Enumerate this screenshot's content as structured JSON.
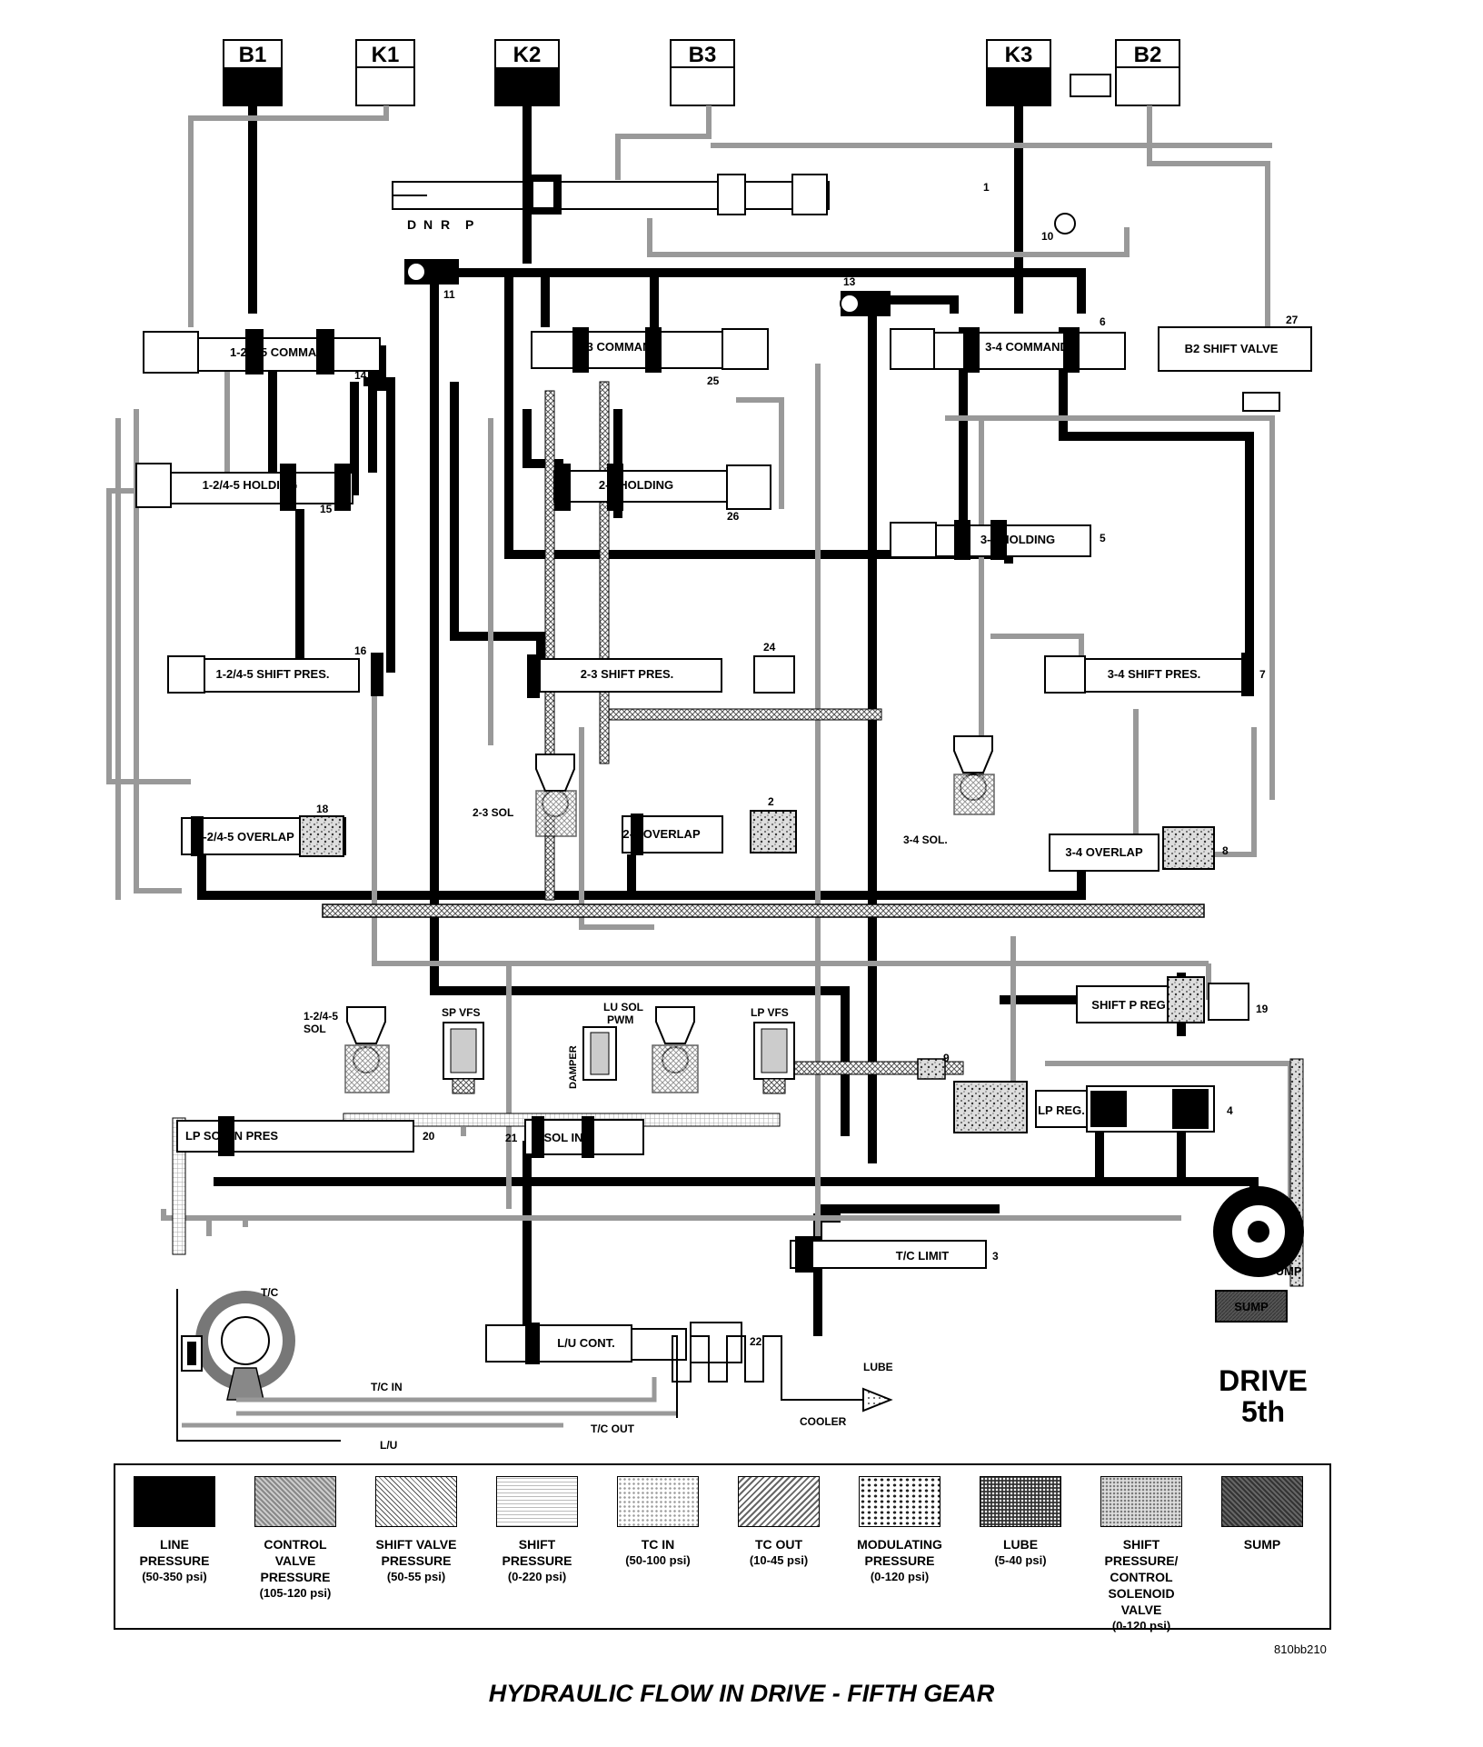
{
  "clutches": {
    "b1": "B1",
    "k1": "K1",
    "k2": "K2",
    "b3": "B3",
    "k3": "K3",
    "b2": "B2"
  },
  "selector": {
    "d": "D",
    "n": "N",
    "r": "R",
    "p": "P"
  },
  "valves": {
    "cmd_1245": "1-2/4-5 COMMAND",
    "cmd_23": "2-3 COMMAND",
    "cmd_34": "3-4 COMMAND",
    "b2_shift": "B2 SHIFT VALVE",
    "hold_1245": "1-2/4-5 HOLDING",
    "hold_23": "2-3 HOLDING",
    "hold_34": "3-4 HOLDING",
    "shift_1245": "1-2/4-5 SHIFT PRES.",
    "shift_23": "2-3 SHIFT PRES.",
    "shift_34": "3-4 SHIFT PRES.",
    "overlap_1245": "1-2/4-5 OVERLAP",
    "overlap_23": "2-3 OVERLAP",
    "overlap_34": "3-4 OVERLAP",
    "shift_p_reg": "SHIFT P REG",
    "lp_reg": "LP REG.",
    "lp_sol_in": "LP SOL IN PRES",
    "s_sol_in": "S.SOL IN P",
    "tc_limit": "T/C LIMIT",
    "lu_cont": "L/U CONT."
  },
  "solenoids": {
    "sol_23": "2-3 SOL",
    "sol_34": "3-4 SOL.",
    "sol_1245_a": "1-2/4-5",
    "sol_1245_b": "SOL",
    "sp_vfs": "SP VFS",
    "lu_sol_a": "LU SOL",
    "lu_sol_b": "PWM",
    "lp_vfs": "LP VFS",
    "damper": "DAMPER"
  },
  "numbers": {
    "n1": "1",
    "n2": "2",
    "n3": "3",
    "n4": "4",
    "n5": "5",
    "n6": "6",
    "n7": "7",
    "n8": "8",
    "n9": "9",
    "n10": "10",
    "n11": "11",
    "n13": "13",
    "n14": "14",
    "n15": "15",
    "n16": "16",
    "n18": "18",
    "n19": "19",
    "n20": "20",
    "n21": "21",
    "n22": "22",
    "n24": "24",
    "n25": "25",
    "n26": "26",
    "n27": "27"
  },
  "components": {
    "tc": "T/C",
    "tc_in": "T/C IN",
    "tc_out": "T/C OUT",
    "lu": "L/U",
    "cooler": "COOLER",
    "lube": "LUBE",
    "pump": "PUMP",
    "sump": "SUMP"
  },
  "drive_label": {
    "line1": "DRIVE",
    "line2": "5th"
  },
  "legend": [
    {
      "label": "LINE PRESSURE",
      "range": "(50-350 psi)",
      "pattern": "line",
      "color": "#000000"
    },
    {
      "label": "CONTROL VALVE PRESSURE",
      "range": "(105-120 psi)",
      "pattern": "control",
      "color": "#777777"
    },
    {
      "label": "SHIFT VALVE PRESSURE",
      "range": "(50-55 psi)",
      "pattern": "shiftvalve",
      "color": "#888888"
    },
    {
      "label": "SHIFT PRESSURE",
      "range": "(0-220 psi)",
      "pattern": "shift",
      "color": "#bbbbbb"
    },
    {
      "label": "TC IN",
      "range": "(50-100 psi)",
      "pattern": "tcin",
      "color": "#cccccc"
    },
    {
      "label": "TC OUT",
      "range": "(10-45 psi)",
      "pattern": "tcout",
      "color": "#999999"
    },
    {
      "label": "MODULATING PRESSURE",
      "range": "(0-120 psi)",
      "pattern": "modulating",
      "color": "#666666"
    },
    {
      "label": "LUBE",
      "range": "(5-40 psi)",
      "pattern": "lube",
      "color": "#444444"
    },
    {
      "label": "SHIFT PRESSURE/ CONTROL SOLENOID VALVE",
      "range": "(0-120 psi)",
      "pattern": "shiftsol",
      "color": "#aaaaaa"
    },
    {
      "label": "SUMP",
      "range": "",
      "pattern": "sump",
      "color": "#555555"
    }
  ],
  "figure_id": "810bb210",
  "caption": "HYDRAULIC FLOW IN DRIVE - FIFTH GEAR"
}
